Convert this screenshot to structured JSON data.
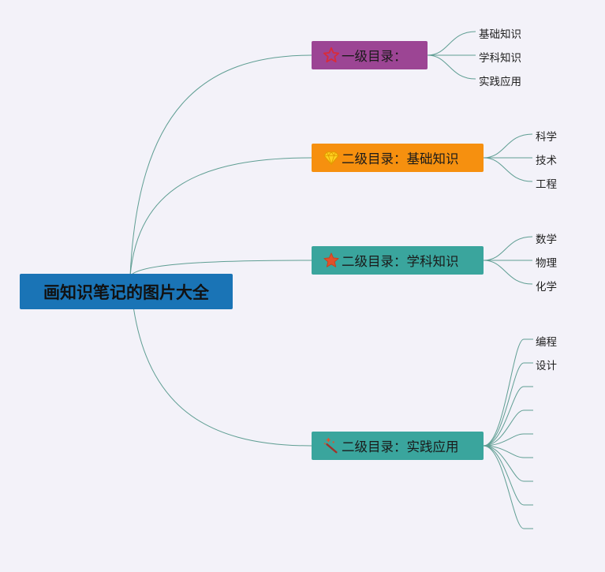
{
  "root": {
    "label": "画知识笔记的图片大全",
    "color": "#1a74b6"
  },
  "branches": [
    {
      "label": "一级目录：",
      "color": "#9c4594",
      "icon": "star-outline-icon",
      "leaves": [
        "基础知识",
        "学科知识",
        "实践应用"
      ]
    },
    {
      "label": "二级目录：基础知识",
      "color": "#f6900f",
      "icon": "diamond-icon",
      "leaves": [
        "科学",
        "技术",
        "工程"
      ]
    },
    {
      "label": "二级目录：学科知识",
      "color": "#3aa59d",
      "icon": "star-filled-icon",
      "leaves": [
        "数学",
        "物理",
        "化学"
      ]
    },
    {
      "label": "二级目录：实践应用",
      "color": "#3aa59d",
      "icon": "magic-wand-icon",
      "leaves": [
        "编程",
        "设计",
        "",
        "",
        "",
        "",
        "",
        "",
        ""
      ]
    }
  ],
  "line_color": "#5f9e93"
}
